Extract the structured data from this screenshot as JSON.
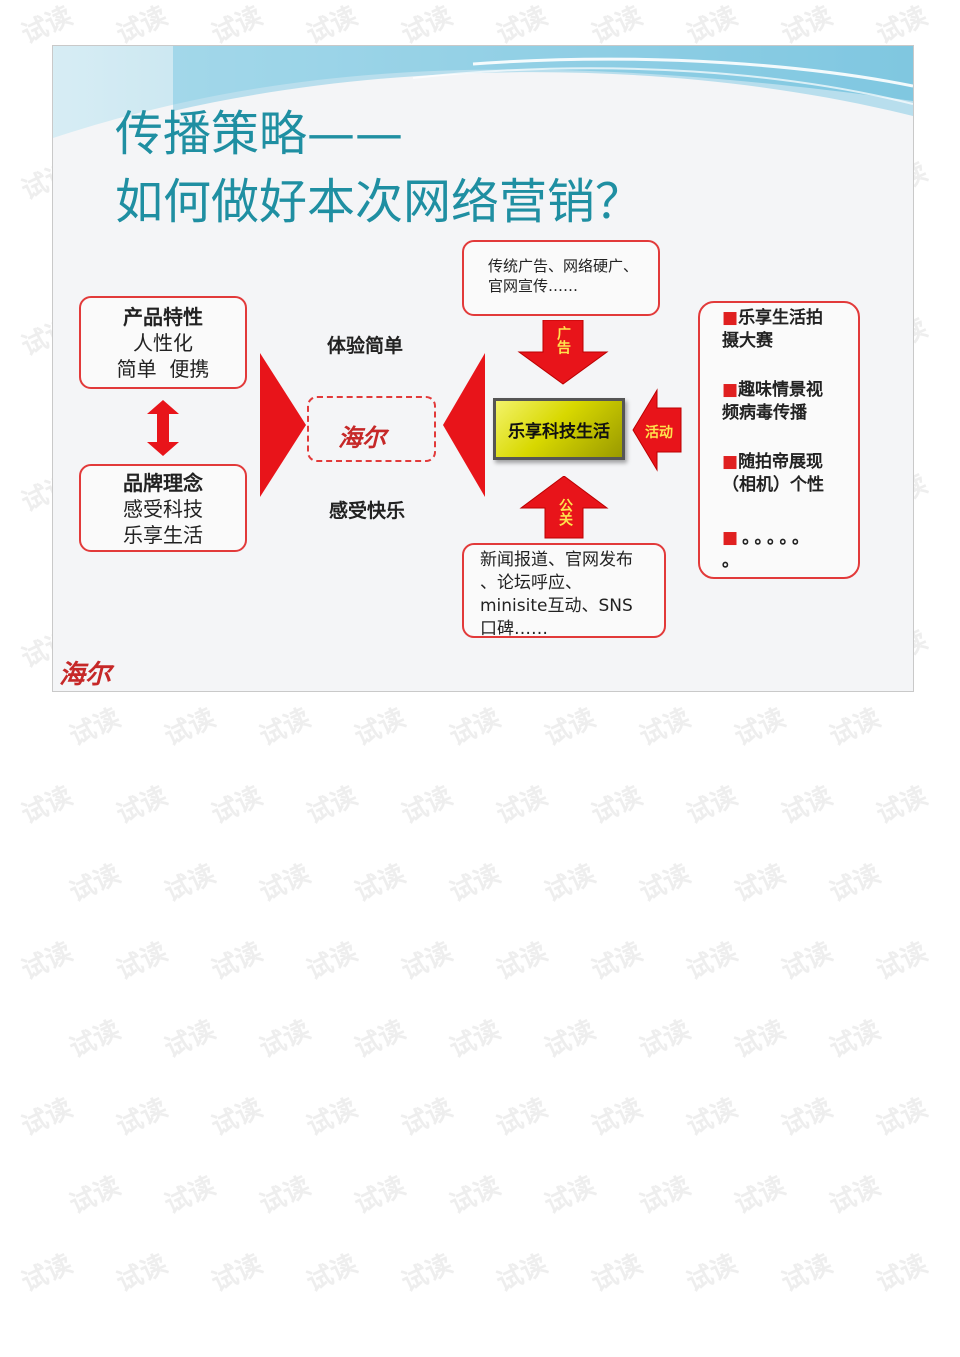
{
  "title": {
    "line1": "传播策略——",
    "line2": "如何做好本次网络营销？"
  },
  "product_box": {
    "heading": "产品特性",
    "line1": "人性化",
    "line2": "简单  便携"
  },
  "brand_box": {
    "heading": "品牌理念",
    "line1": "感受科技",
    "line2": "乐享生活"
  },
  "labels": {
    "experience": "体验简单",
    "joy": "感受快乐"
  },
  "center": {
    "core": "乐享科技生活",
    "brand_logo": "海尔"
  },
  "ad_box": {
    "line1": "传统广告、网络硬广、",
    "line2": "官网宣传……"
  },
  "pr_box": {
    "line1": "新闻报道、官网发布",
    "line2": "、论坛呼应、",
    "line3": "minisite互动、SNS",
    "line4": "口碑……"
  },
  "arrows": {
    "ad": "广告",
    "pr": "公关",
    "activity": "活动"
  },
  "activity_box": {
    "item1_a": "乐享生活拍",
    "item1_b": "摄大赛",
    "item2_a": "趣味情景视",
    "item2_b": "频病毒传播",
    "item3_a": "随拍帝展现",
    "item3_b": "（相机）个性",
    "item4_a": "。。。。。",
    "item4_b": "。"
  },
  "footer_logo": "海尔",
  "watermark": "试读",
  "colors": {
    "title": "#1f8fa2",
    "accent_red": "#e23a3a",
    "arrow_red": "#e8141a",
    "core_yellow": "#d8d800"
  }
}
